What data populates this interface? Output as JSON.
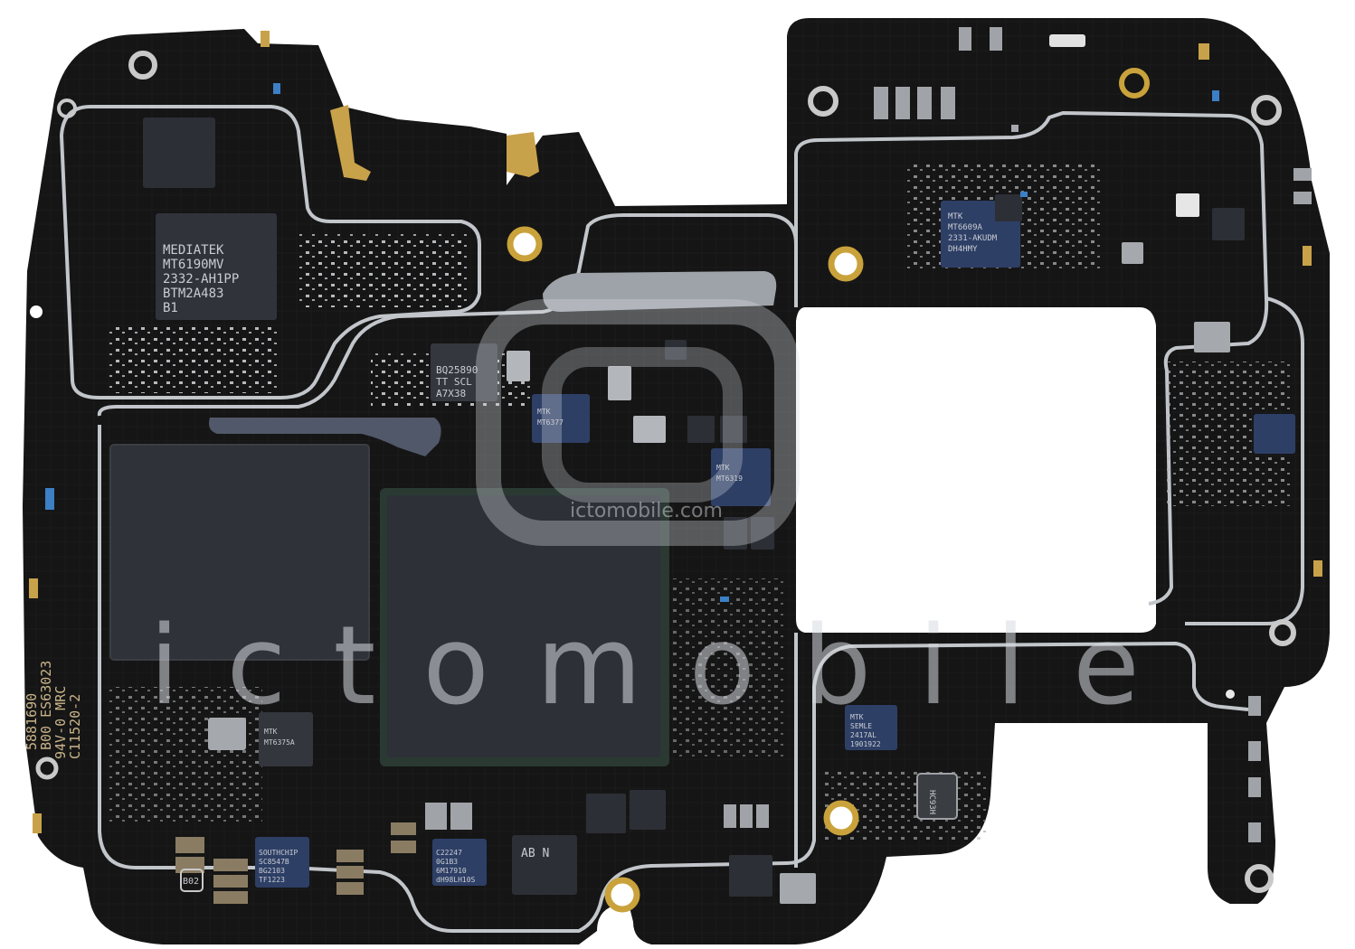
{
  "colors": {
    "board": "#151515",
    "shield": "#bfc4c9",
    "chip_dark": "#2b2e34",
    "pad_gold": "#c8a24a",
    "screw_ring": "#c9a23b",
    "blue_ic": "#2e3f66",
    "silk": "#c9b48a"
  },
  "chips": {
    "pmic_rf": {
      "l1": "MEDIATEK",
      "l2": "MT6190MV",
      "l3": "2332-AH1PP",
      "l4": "BTM2A483",
      "l5": "B1"
    },
    "charger": {
      "l1": "BQ25890",
      "l2": "TT SCL",
      "l3": "A7X38"
    },
    "mtk_upper_right": {
      "l1": "MTK",
      "l2": "MT6609A",
      "l3": "2331-AKUDM",
      "l4": "DH4HMY"
    },
    "mtk_small_a": {
      "l1": "MTK",
      "l2": "MT6377"
    },
    "mtk_small_b": {
      "l1": "MTK",
      "l2": "MT6319"
    },
    "mtk_lower_mid": {
      "l1": "MTK",
      "l2": "SEMLE",
      "l3": "2417AL",
      "l4": "1901922"
    },
    "southchip": {
      "l1": "SOUTHCHIP",
      "l2": "SC8547B",
      "l3": "BG2103",
      "l4": "TF1223"
    },
    "cz_chip": {
      "l1": "C22247",
      "l2": "0G1B3",
      "l3": "6M17910",
      "l4": "dH98LH10S"
    },
    "ab_chip": {
      "l1": "AB N"
    },
    "sensor": {
      "l1": "HC93H"
    },
    "mtk_left_low": {
      "l1": "MTK",
      "l2": "MT6375A"
    }
  },
  "silkscreen": {
    "vertical_lines": [
      "5881690",
      "B00  ES63023",
      "94V-0 MRC",
      "C11520-2"
    ],
    "label_b02": "B02"
  },
  "watermark": {
    "big": "ictomobile",
    "small": "ictomobile.com"
  }
}
